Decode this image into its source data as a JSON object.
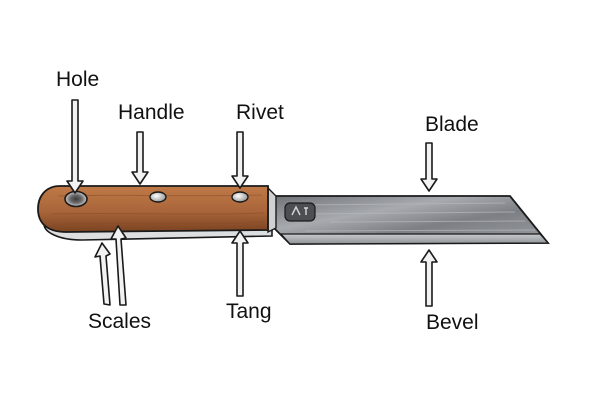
{
  "labels": {
    "hole": "Hole",
    "handle": "Handle",
    "rivet": "Rivet",
    "blade": "Blade",
    "scales": "Scales",
    "tang": "Tang",
    "bevel": "Bevel"
  },
  "colors": {
    "handle_wood": "#a9653a",
    "handle_dark": "#7a4321",
    "tang_metal": "#d8dadc",
    "blade_steel": "#8e9196",
    "outline": "#1a1a1a",
    "arrow_fill": "#f2f2f2"
  },
  "icons": {
    "maker_mark": "wonkee-donkee-mark"
  }
}
